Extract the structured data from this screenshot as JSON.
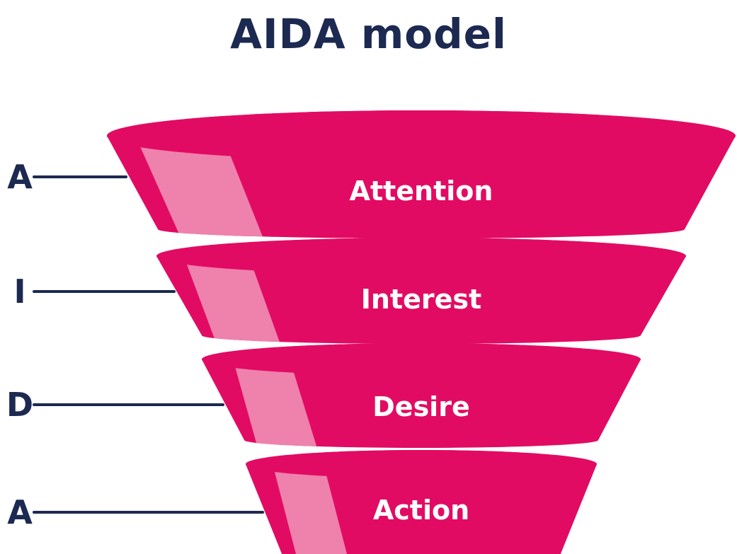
{
  "title": "AIDA model",
  "colors": {
    "funnel": "#E20B63",
    "funnel_highlight": "#EF81AD",
    "text_dark": "#1C2951",
    "stage_label": "#FFFFFF",
    "background": "#FFFFFF"
  },
  "stages": [
    {
      "letter": "A",
      "label": "Attention"
    },
    {
      "letter": "I",
      "label": "Interest"
    },
    {
      "letter": "D",
      "label": "Desire"
    },
    {
      "letter": "A",
      "label": "Action"
    }
  ]
}
